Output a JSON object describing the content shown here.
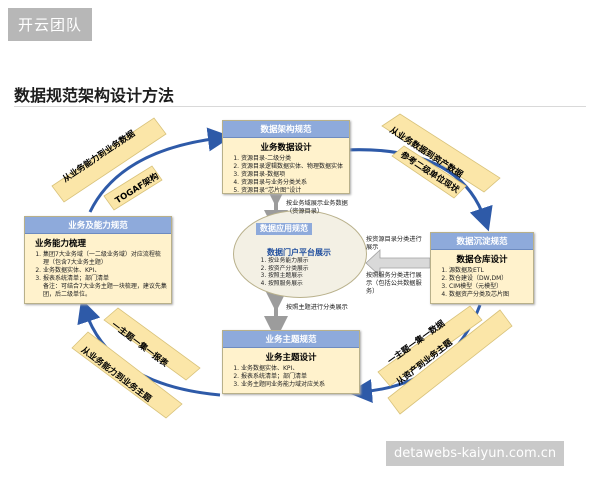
{
  "watermark_top": "开云团队",
  "title": "数据规范架构设计方法",
  "watermark_bottom": "detawebs-kaiyun.com.cn",
  "top_box": {
    "header": "数据架构规范",
    "subtitle": "业务数据设计",
    "items": [
      "资源目录-二级分类",
      "资源目录逻辑数据实体、物理数据实体",
      "资源目录-数据项",
      "资源目录与业务分类关系",
      "资源目录“芯片图”设计"
    ]
  },
  "left_box": {
    "header": "业务及能力规范",
    "subtitle": "业务能力梳理",
    "items": [
      "集团7大业务域（一二级业务域）对应流程梳理（包含7大业务主题）",
      "业务数据实体、KPI、",
      "报表系统清单；部门清单"
    ],
    "note": "备注：可结合7大业务主题一块梳理，建议先集团，后二级单位。"
  },
  "right_box": {
    "header": "数据沉淀规范",
    "subtitle": "数据仓库设计",
    "items": [
      "源数据及ETL",
      "数仓建设（DW,DM）",
      "CIM模型（元模型）",
      "数据资产分类及芯片图"
    ]
  },
  "bottom_box": {
    "header": "业务主题规范",
    "subtitle": "业务主题设计",
    "items": [
      "业务数据实体、KPI、",
      "报表系统清单；部门清单",
      "业务主题同业务能力域对应关系"
    ]
  },
  "center": {
    "tab": "数据应用规范",
    "subtitle": "数据门户平台展示",
    "items": [
      "按业务能力展示",
      "按资产分类展示",
      "按照主题展示",
      "按照服务展示"
    ]
  },
  "connector_labels": {
    "top_center": "按业务域展示业务数据（资源目录）",
    "right_center_upper": "按资源目录分类进行展示",
    "right_center_lower": "按照服务分类进行展示（包括公共数据服务）",
    "bottom_center": "按照主题进行分类展示"
  },
  "ribbons": {
    "top_left_outer": "从业务能力到业务数据",
    "top_left_inner": "TOGAF架构",
    "top_right_outer": "从业务数据到资产数据",
    "top_right_inner": "参考二级单位现状",
    "bottom_left_outer": "从业务能力到业务主题",
    "bottom_left_inner": "一主题一集一报表",
    "bottom_right_outer": "从资产到业务主题",
    "bottom_right_inner": "一主题一集一数据"
  },
  "colors": {
    "header_blue": "#8eaadb",
    "box_fill": "#fff2cc",
    "arrow_blue": "#2e5aa8",
    "ribbon_fill": "#fbe6a8"
  }
}
